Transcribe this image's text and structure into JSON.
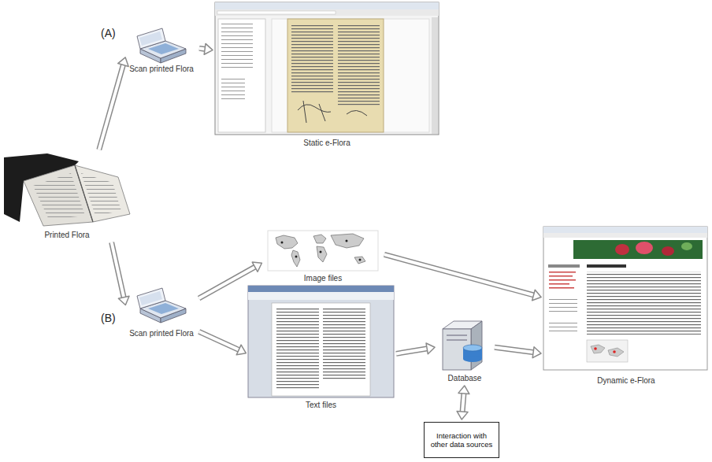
{
  "diagram": {
    "nodes": [
      {
        "text": [
          "Printed Flora"
        ]
      },
      {
        "text": [
          "Scan printed Flora"
        ]
      },
      {
        "text": [
          "Static e-Flora"
        ]
      },
      {
        "text": [
          "Scan printed Flora"
        ]
      },
      {
        "text": [
          "Image files"
        ]
      },
      {
        "text": [
          "Text files"
        ]
      },
      {
        "text": [
          "Database"
        ]
      },
      {
        "text": [
          "Interaction with other data sources"
        ]
      },
      {
        "text": [
          "Dynamic e-Flora"
        ]
      }
    ],
    "edges": [
      {
        "from": 0,
        "to": 1,
        "arrow": "to"
      },
      {
        "from": 1,
        "to": 2,
        "arrow": "to"
      },
      {
        "from": 0,
        "to": 3,
        "arrow": "to"
      },
      {
        "from": 3,
        "to": 4,
        "arrow": "to"
      },
      {
        "from": 3,
        "to": 5,
        "arrow": "to"
      },
      {
        "from": 4,
        "to": 8,
        "arrow": "to"
      },
      {
        "from": 5,
        "to": 6,
        "arrow": "to"
      },
      {
        "from": 6,
        "to": 8,
        "arrow": "to"
      },
      {
        "from": 6,
        "to": 7,
        "arrow": "both"
      }
    ],
    "labels": [
      "(A)",
      "(B)"
    ]
  }
}
